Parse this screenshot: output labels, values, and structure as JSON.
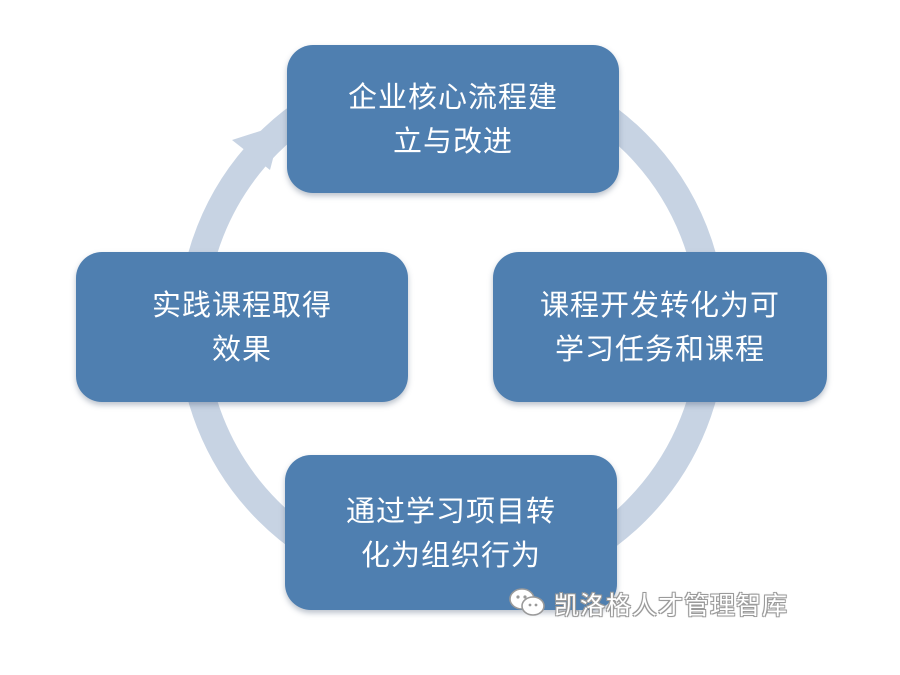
{
  "diagram": {
    "steps": [
      {
        "line1": "企业核心流程建",
        "line2": "立与改进"
      },
      {
        "line1": "课程开发转化为可",
        "line2": "学习任务和课程"
      },
      {
        "line1": "通过学习项目转",
        "line2": "化为组织行为"
      },
      {
        "line1": "实践课程取得",
        "line2": "效果"
      }
    ],
    "colors": {
      "box": "#4f7fb0",
      "text": "#ffffff",
      "arrow": "#c7d3e3"
    }
  },
  "watermark": {
    "text": "凯洛格人才管理智库",
    "icon": "wechat-icon"
  }
}
